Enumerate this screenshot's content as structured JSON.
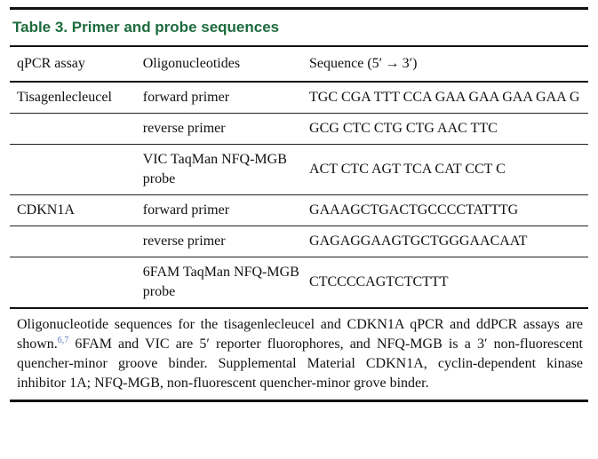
{
  "table": {
    "title": "Table 3. Primer and probe sequences",
    "headers": [
      "qPCR assay",
      "Oligonucleotides",
      "Sequence (5′ → 3′)"
    ],
    "rows": [
      {
        "assay": "Tisagenlecleucel",
        "oligo": "forward primer",
        "seq": "TGC CGA TTT CCA GAA GAA GAA GAA G"
      },
      {
        "assay": "",
        "oligo": "reverse primer",
        "seq": "GCG CTC CTG CTG AAC TTC"
      },
      {
        "assay": "",
        "oligo": "VIC TaqMan NFQ-MGB probe",
        "seq": "ACT CTC AGT TCA CAT CCT C"
      },
      {
        "assay": "CDKN1A",
        "oligo": "forward primer",
        "seq": "GAAAGCTGACTGCCCCTATTTG"
      },
      {
        "assay": "",
        "oligo": "reverse primer",
        "seq": "GAGAGGAAGTGCTGGGAACAAT"
      },
      {
        "assay": "",
        "oligo": "6FAM TaqMan NFQ-MGB probe",
        "seq": "CTCCCCAGTCTCTTT"
      }
    ],
    "footnote_part1": "Oligonucleotide sequences for the tisagenlecleucel and CDKN1A qPCR and ddPCR assays are shown.",
    "footnote_refs": "6,7",
    "footnote_part2": " 6FAM and VIC are 5′ reporter fluorophores, and NFQ-MGB is a 3′ non-fluorescent quencher-minor groove binder. Supplemental Material CDKN1A, cyclin-dependent kinase inhibitor 1A; NFQ-MGB, non-fluorescent quencher-minor grove binder."
  }
}
